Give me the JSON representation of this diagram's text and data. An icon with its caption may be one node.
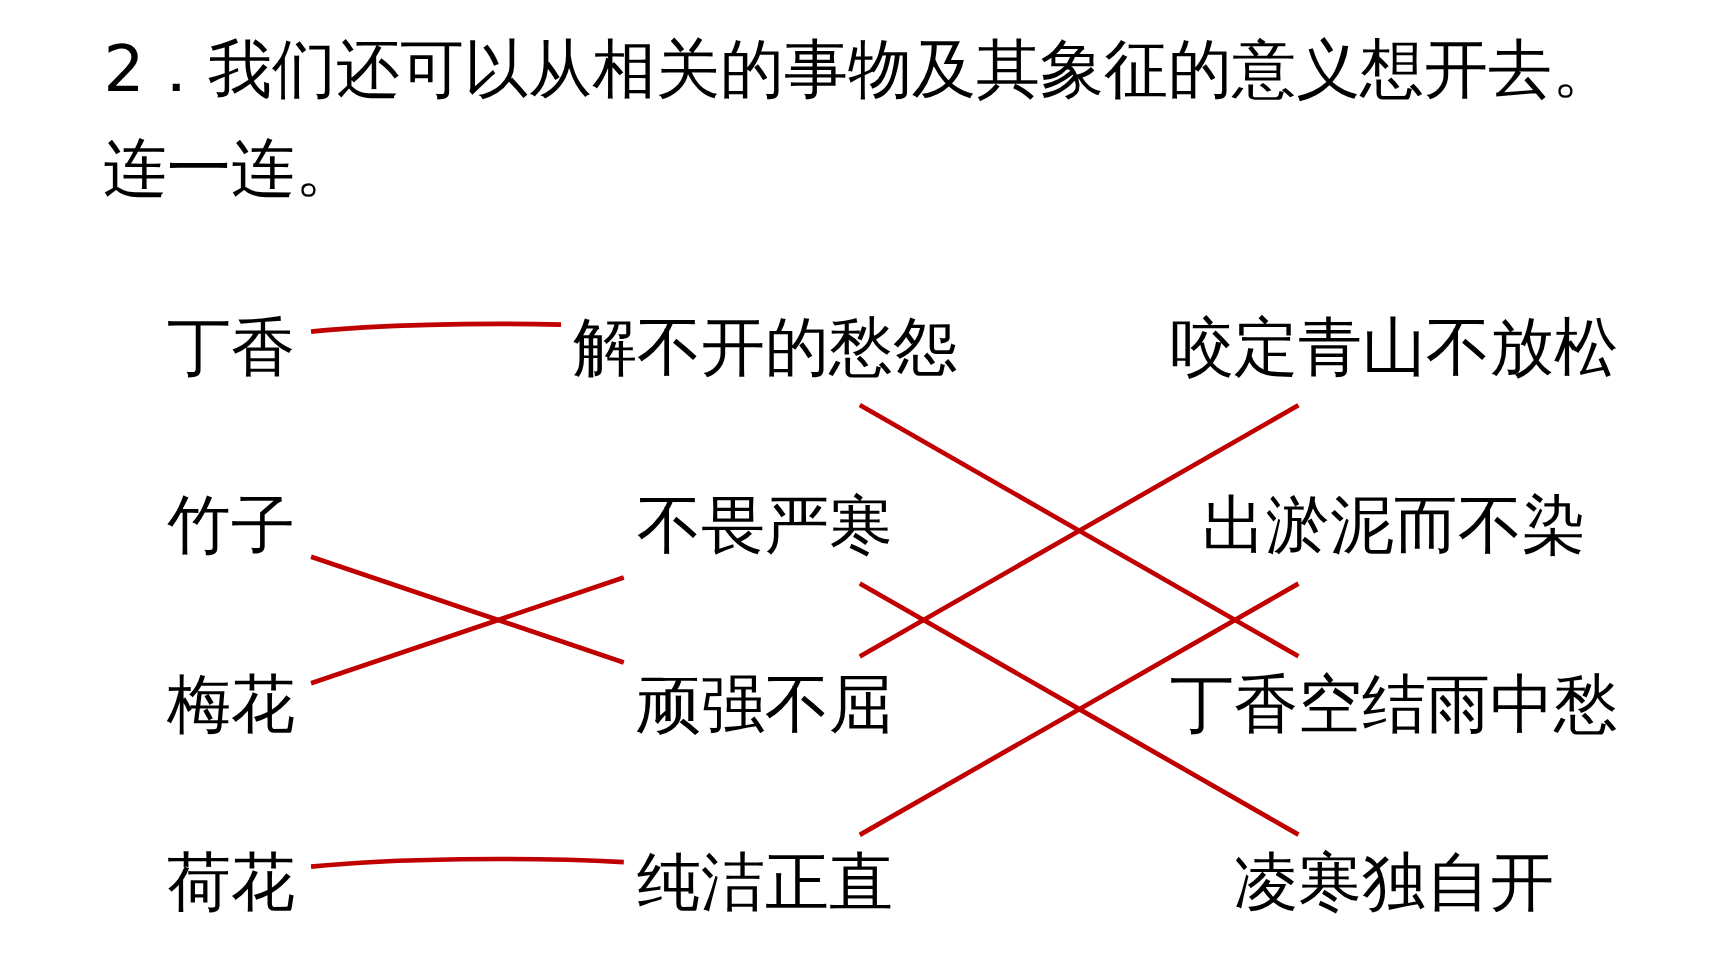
{
  "diagram": {
    "title": "2．我们还可以从相关的事物及其象征的意义想开去。",
    "nodes": [
      {
        "text": [
          "丁香"
        ]
      },
      {
        "text": [
          "竹子"
        ]
      },
      {
        "text": [
          "梅花"
        ]
      },
      {
        "text": [
          "荷花"
        ]
      },
      {
        "text": [
          "解不开的愁怨"
        ]
      },
      {
        "text": [
          "不畏严寒"
        ]
      },
      {
        "text": [
          "顽强不屈"
        ]
      },
      {
        "text": [
          "纯洁正直"
        ]
      },
      {
        "text": [
          "咬定青山不放松"
        ]
      },
      {
        "text": [
          "出淤泥而不染"
        ]
      },
      {
        "text": [
          "丁香空结雨中愁"
        ]
      },
      {
        "text": [
          "凌寒独自开"
        ]
      }
    ],
    "edges": [
      {
        "from": 0,
        "to": 4,
        "arrow": "none"
      },
      {
        "from": 1,
        "to": 6,
        "arrow": "none"
      },
      {
        "from": 2,
        "to": 5,
        "arrow": "none"
      },
      {
        "from": 3,
        "to": 7,
        "arrow": "none"
      },
      {
        "from": 4,
        "to": 10,
        "arrow": "none"
      },
      {
        "from": 5,
        "to": 11,
        "arrow": "none"
      },
      {
        "from": 6,
        "to": 8,
        "arrow": "none"
      },
      {
        "from": 7,
        "to": 9,
        "arrow": "none"
      }
    ],
    "labels": [
      "连一连。"
    ]
  }
}
